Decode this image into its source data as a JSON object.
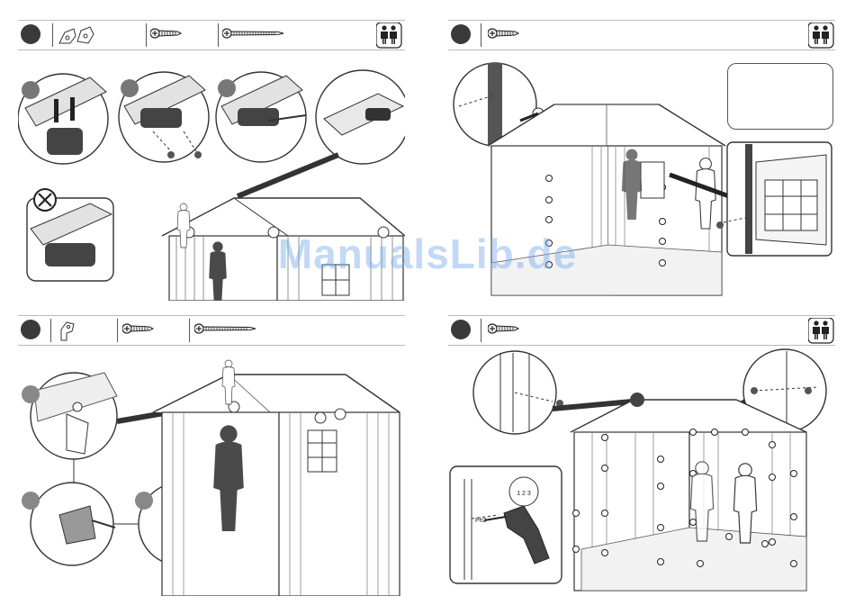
{
  "watermark": {
    "text": "ManualsLib.de"
  },
  "panels": [
    {
      "id": "top-left",
      "step_indicator": "filled-circle",
      "parts": [
        "shutter-bracket-icon",
        "short-screw-icon",
        "long-screw-icon"
      ],
      "people": "two-person-icon"
    },
    {
      "id": "top-right",
      "step_indicator": "filled-circle",
      "parts": [
        "short-screw-icon"
      ],
      "people": "two-person-icon"
    },
    {
      "id": "bottom-left",
      "step_indicator": "filled-circle",
      "parts": [
        "bracket-icon",
        "short-screw-icon",
        "long-screw-icon"
      ]
    },
    {
      "id": "bottom-right",
      "step_indicator": "filled-circle",
      "parts": [
        "short-screw-icon"
      ],
      "people": "two-person-icon"
    }
  ],
  "detail": {
    "drill_torque": "1 2 3",
    "bit_label": "Ph2"
  }
}
